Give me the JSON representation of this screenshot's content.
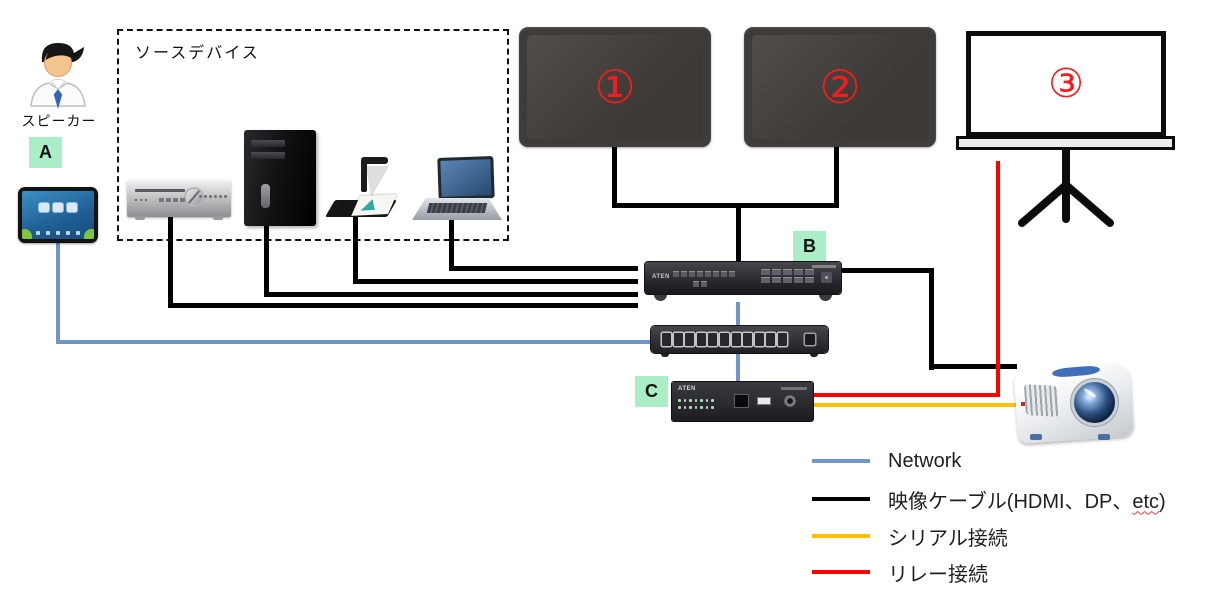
{
  "labels": {
    "speaker": "スピーカー",
    "source_devices": "ソースデバイス"
  },
  "badges": {
    "a": "A",
    "b": "B",
    "c": "C"
  },
  "display_numbers": {
    "display1": "①",
    "display2": "②",
    "screen": "③"
  },
  "brands": {
    "matrix_switch": "ATEN",
    "control_box": "ATEN"
  },
  "legend": {
    "network": {
      "label": "Network",
      "color": "#6E96C8"
    },
    "video": {
      "parts": [
        "映像ケーブル(HDMI、DP、",
        "etc",
        ")"
      ],
      "color": "#000000"
    },
    "serial": {
      "label": "シリアル接続",
      "color": "#FFC000"
    },
    "relay": {
      "label": "リレー接続",
      "color": "#FF0000"
    }
  },
  "colors": {
    "network": "#6E96C8",
    "video": "#000000",
    "serial": "#FFC000",
    "relay": "#FF0000",
    "badge_bg": "#A9EEC6",
    "number_red": "#F01E1E"
  }
}
